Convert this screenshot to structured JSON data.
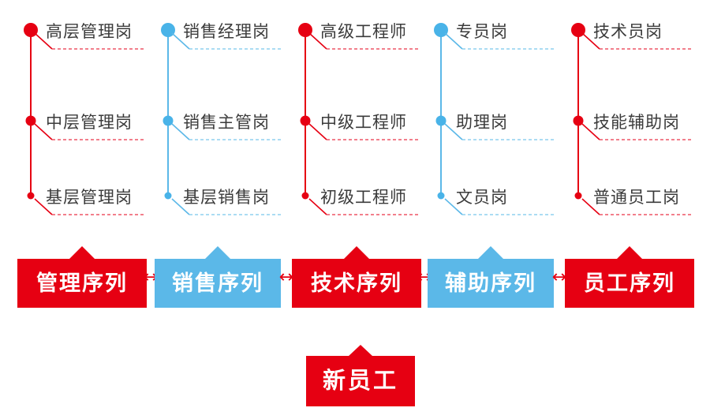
{
  "colors": {
    "red": "#E60012",
    "blue": "#5BB8E8",
    "dot_blue": "#49B3E8",
    "text": "#3b3b3b",
    "white": "#ffffff",
    "background": "#ffffff"
  },
  "columns": [
    {
      "key": "management",
      "color": "red",
      "banner": "管理序列",
      "levels": [
        "高层管理岗",
        "中层管理岗",
        "基层管理岗"
      ]
    },
    {
      "key": "sales",
      "color": "blue",
      "banner": "销售序列",
      "levels": [
        "销售经理岗",
        "销售主管岗",
        "基层销售岗"
      ]
    },
    {
      "key": "technical",
      "color": "red",
      "banner": "技术序列",
      "levels": [
        "高级工程师",
        "中级工程师",
        "初级工程师"
      ]
    },
    {
      "key": "support",
      "color": "blue",
      "banner": "辅助序列",
      "levels": [
        "专员岗",
        "助理岗",
        "文员岗"
      ]
    },
    {
      "key": "staff",
      "color": "red",
      "banner": "员工序列",
      "levels": [
        "技术员岗",
        "技能辅助岗",
        "普通员工岗"
      ]
    }
  ],
  "connectors": {
    "symbol": "↔",
    "count": 4
  },
  "entry": {
    "label": "新员工"
  }
}
